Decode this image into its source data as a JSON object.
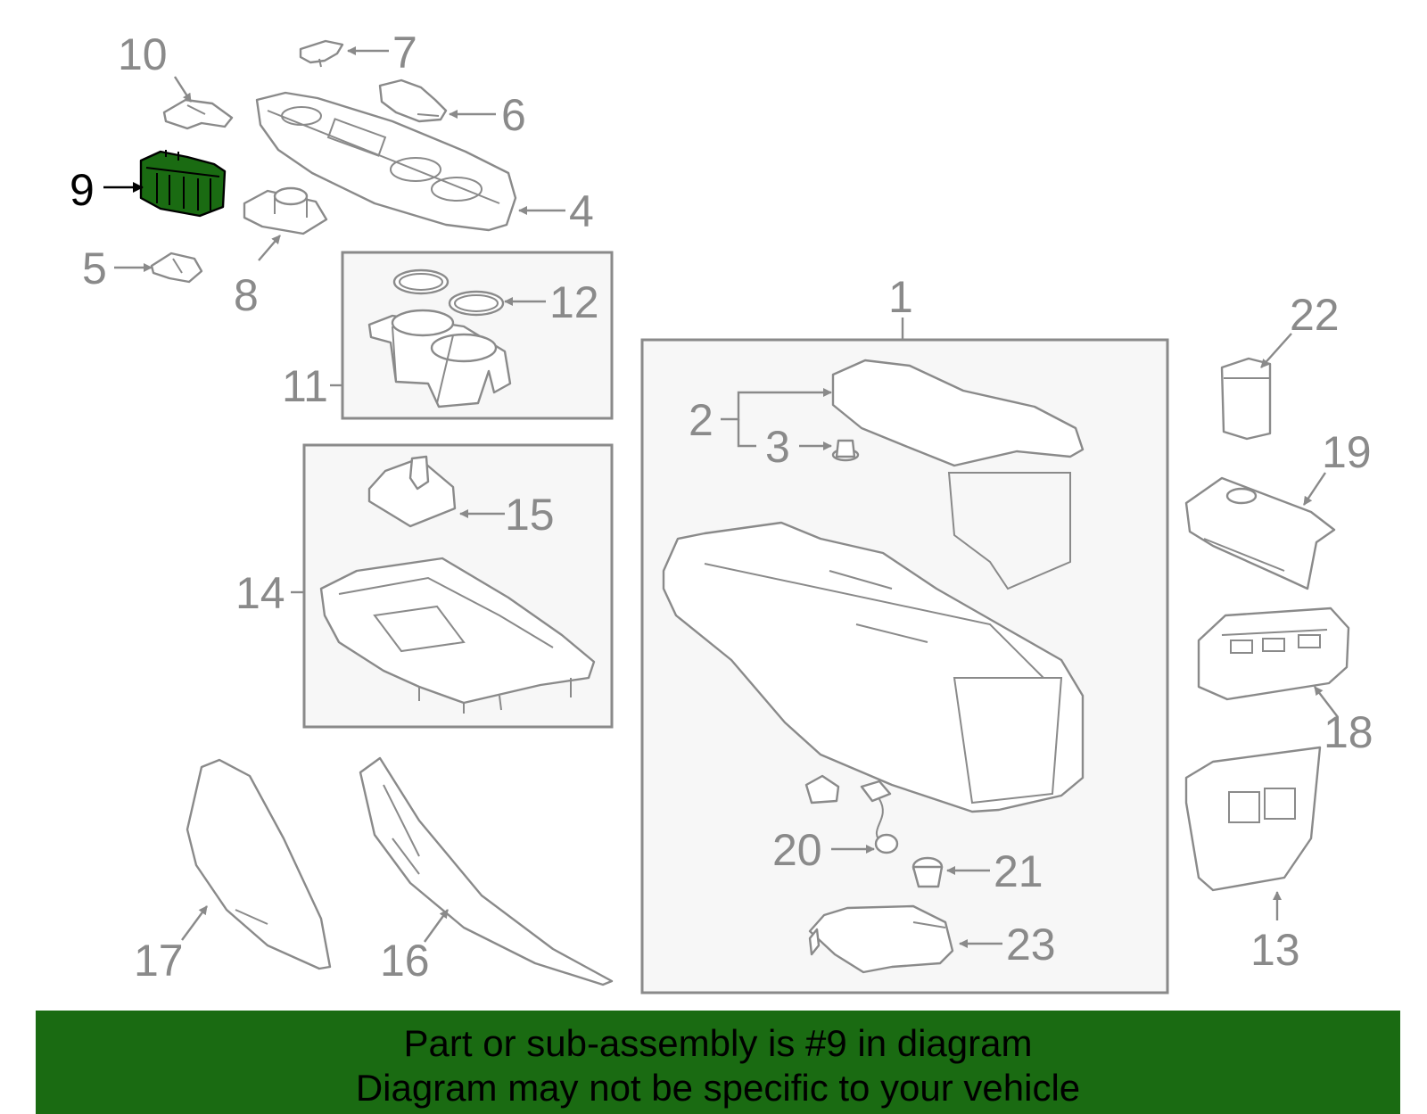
{
  "callouts": {
    "c1": "1",
    "c2": "2",
    "c3": "3",
    "c4": "4",
    "c5": "5",
    "c6": "6",
    "c7": "7",
    "c8": "8",
    "c9": "9",
    "c10": "10",
    "c11": "11",
    "c12": "12",
    "c13": "13",
    "c14": "14",
    "c15": "15",
    "c16": "16",
    "c17": "17",
    "c18": "18",
    "c19": "19",
    "c20": "20",
    "c21": "21",
    "c22": "22",
    "c23": "23"
  },
  "highlighted_part": "9",
  "colors": {
    "highlight_fill": "#1a6b12",
    "banner_background": "#1a6b12",
    "line_art": "#8a8a8a",
    "highlight_outline": "#000000"
  },
  "banner": {
    "line1": "Part or sub-assembly is #9 in diagram",
    "line2": "Diagram may not be specific to your vehicle"
  }
}
